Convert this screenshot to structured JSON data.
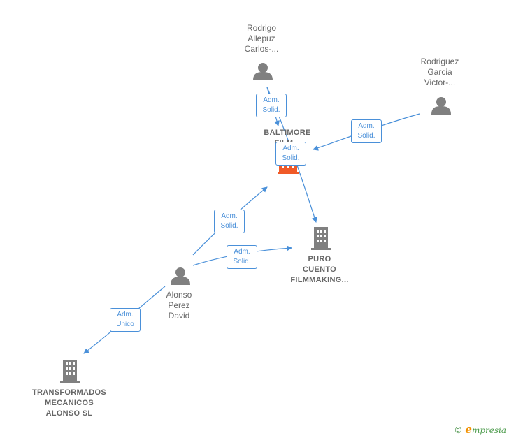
{
  "nodes": {
    "rodrigo_allepuz": {
      "lines": [
        "Rodrigo",
        "Allepuz",
        "Carlos-..."
      ]
    },
    "rodriguez_garcia": {
      "lines": [
        "Rodriguez",
        "Garcia",
        "Victor-..."
      ]
    },
    "baltimore": {
      "lines": [
        "BALTIMORE",
        "FILM..."
      ]
    },
    "puro_cuento": {
      "lines": [
        "PURO",
        "CUENTO",
        "FILMMAKING..."
      ]
    },
    "alonso_perez": {
      "lines": [
        "Alonso",
        "Perez",
        "David"
      ]
    },
    "transformados": {
      "lines": [
        "TRANSFORMADOS",
        "MECANICOS",
        "ALONSO  SL"
      ]
    }
  },
  "edges": {
    "e1": [
      "Adm.",
      "Solid."
    ],
    "e2": [
      "Adm.",
      "Solid."
    ],
    "e3": [
      "Adm.",
      "Solid."
    ],
    "e4": [
      "Adm.",
      "Solid."
    ],
    "e5": [
      "Adm.",
      "Solid."
    ],
    "e6": [
      "Adm.",
      "Unico"
    ]
  },
  "colors": {
    "edge": "#4a90d9",
    "person": "#808080",
    "company": "#808080",
    "company_highlight": "#f05a28"
  },
  "footer": {
    "copyright": "©",
    "brand_initial": "e",
    "brand_rest": "mpresia"
  }
}
